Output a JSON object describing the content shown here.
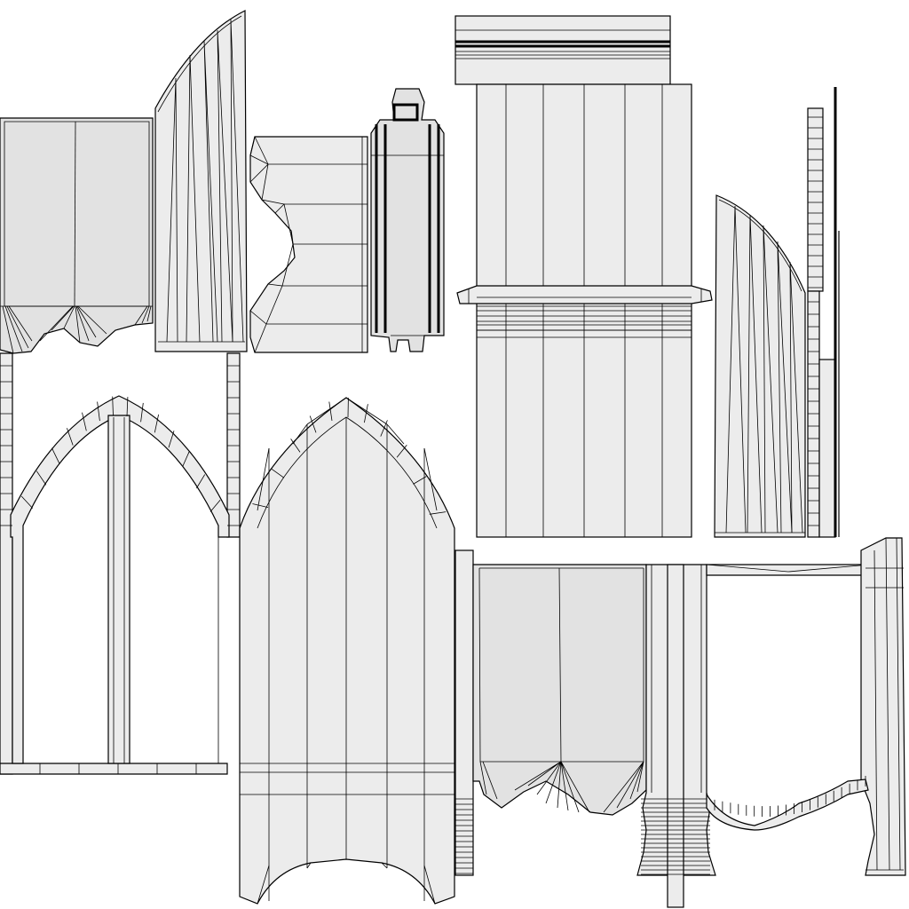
{
  "sheet": {
    "background": "#ffffff",
    "island_fill": "#ececec",
    "island_shade": "#e2e2e2",
    "edge_color": "#000000"
  },
  "islands": [
    {
      "name": "drape-panel-top-left"
    },
    {
      "name": "curved-fan-panel-left"
    },
    {
      "name": "notched-block"
    },
    {
      "name": "tall-bracket-piece"
    },
    {
      "name": "striped-cap-strip"
    },
    {
      "name": "central-column-panel"
    },
    {
      "name": "curved-fan-panel-right"
    },
    {
      "name": "thin-trim-strips-right"
    },
    {
      "name": "gothic-arch-frame"
    },
    {
      "name": "gothic-arch-panel"
    },
    {
      "name": "drape-panel-bottom"
    },
    {
      "name": "pillar-bottom"
    },
    {
      "name": "open-drape-frame"
    }
  ]
}
